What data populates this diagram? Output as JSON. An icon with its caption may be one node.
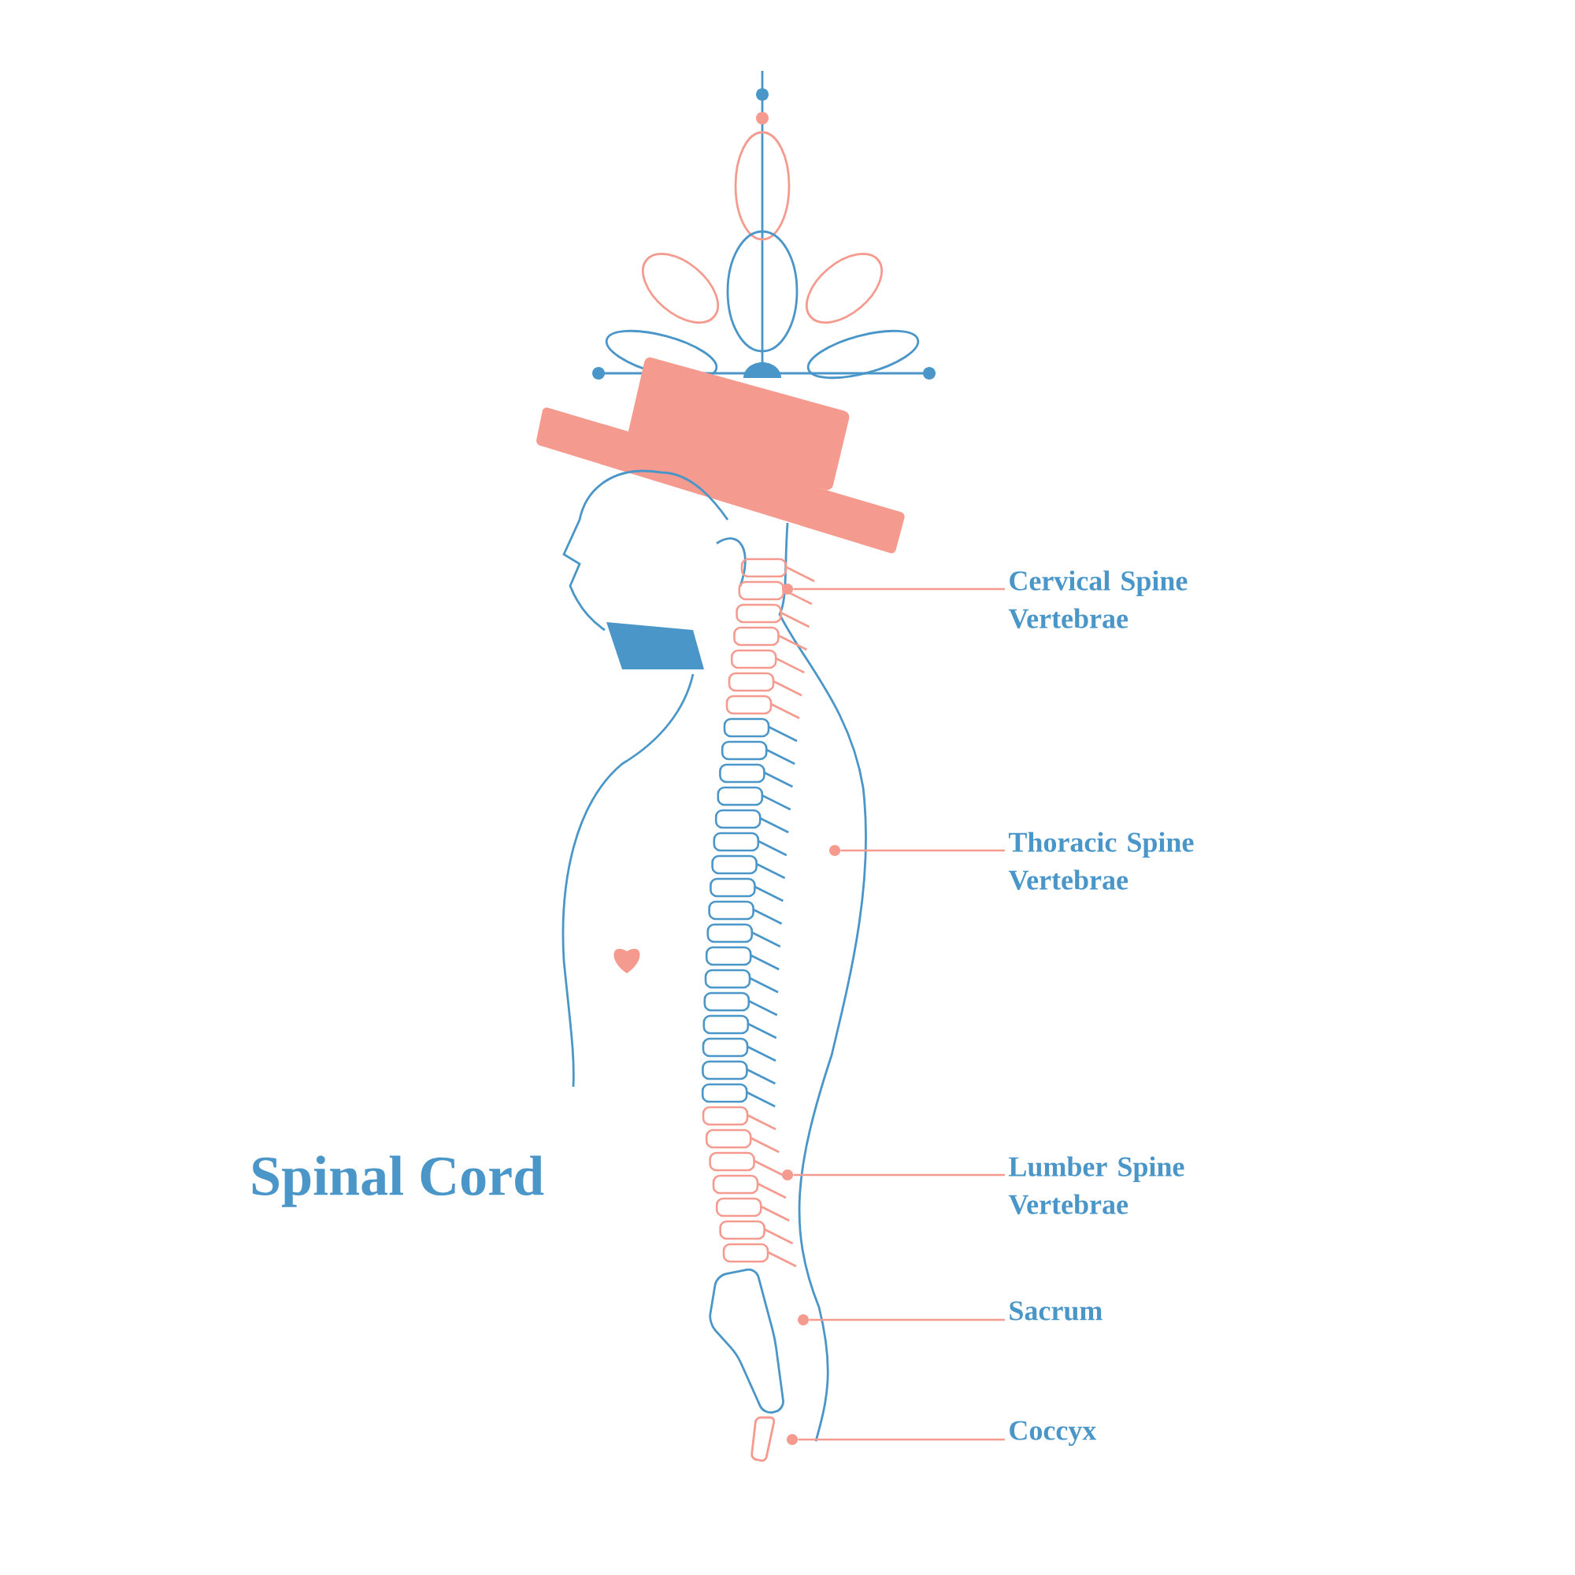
{
  "diagram": {
    "title": "Spinal Cord",
    "nodes": [
      {
        "text": [
          "Cervical Spine Vertebrae"
        ]
      },
      {
        "text": [
          "Thoracic Spine Vertebrae"
        ]
      },
      {
        "text": [
          "Lumber Spine Vertebrae"
        ]
      },
      {
        "text": [
          "Sacrum"
        ]
      },
      {
        "text": [
          "Coccyx"
        ]
      },
      {
        "text": [],
        "shape": "circle"
      },
      {
        "text": [],
        "shape": "circle"
      },
      {
        "text": [],
        "shape": "circle"
      },
      {
        "text": [],
        "shape": "circle"
      },
      {
        "text": [],
        "shape": "circle"
      }
    ],
    "edges": [
      {
        "from": 0,
        "to": 5,
        "arrow": "none"
      },
      {
        "from": 1,
        "to": 6,
        "arrow": "none"
      },
      {
        "from": 2,
        "to": 7,
        "arrow": "none"
      },
      {
        "from": 3,
        "to": 8,
        "arrow": "none"
      },
      {
        "from": 4,
        "to": 9,
        "arrow": "none"
      }
    ]
  }
}
